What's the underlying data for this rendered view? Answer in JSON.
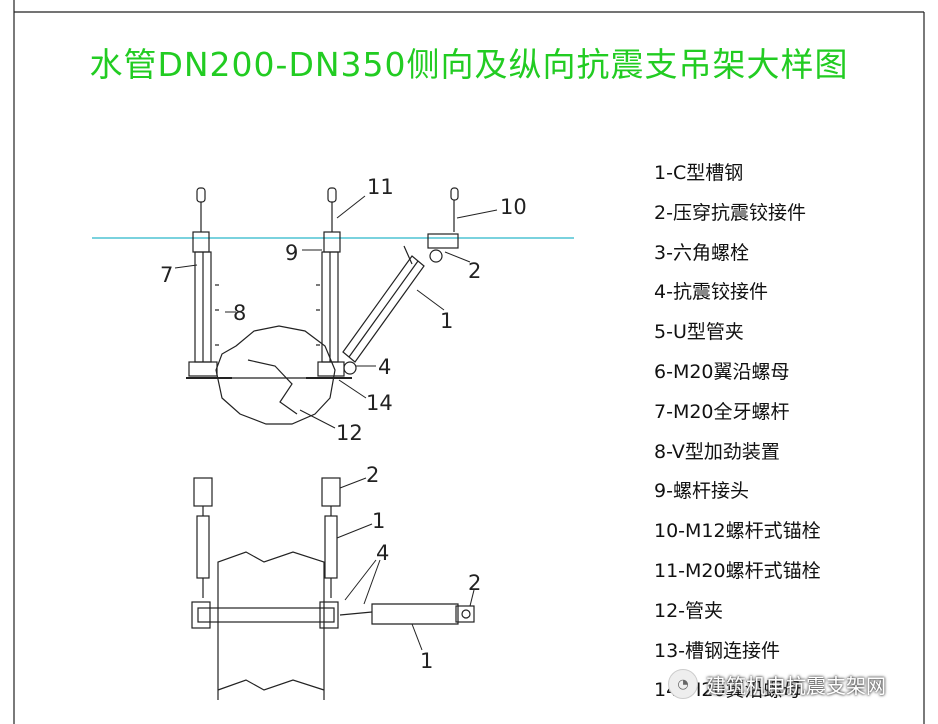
{
  "title": "水管DN200-DN350侧向及纵向抗震支吊架大样图",
  "colors": {
    "title": "#22cc22",
    "ceiling_line": "#2ab7c9",
    "line": "#222222"
  },
  "callouts_top": [
    "7",
    "8",
    "9",
    "11",
    "10",
    "2",
    "1",
    "4",
    "14",
    "12"
  ],
  "callouts_bottom": [
    "2",
    "1",
    "4",
    "2",
    "1"
  ],
  "legend": [
    "1-C型槽钢",
    "2-压穿抗震铰接件",
    "3-六角螺栓",
    "4-抗震铰接件",
    "5-U型管夹",
    "6-M20翼沿螺母",
    "7-M20全牙螺杆",
    "8-V型加劲装置",
    "9-螺杆接头",
    "10-M12螺杆式锚栓",
    "11-M20螺杆式锚栓",
    "12-管夹",
    "13-槽钢连接件",
    "14-M20翼沿螺母"
  ],
  "watermark": {
    "icon": "wechat-icon",
    "text": "建筑机电抗震支架网"
  }
}
